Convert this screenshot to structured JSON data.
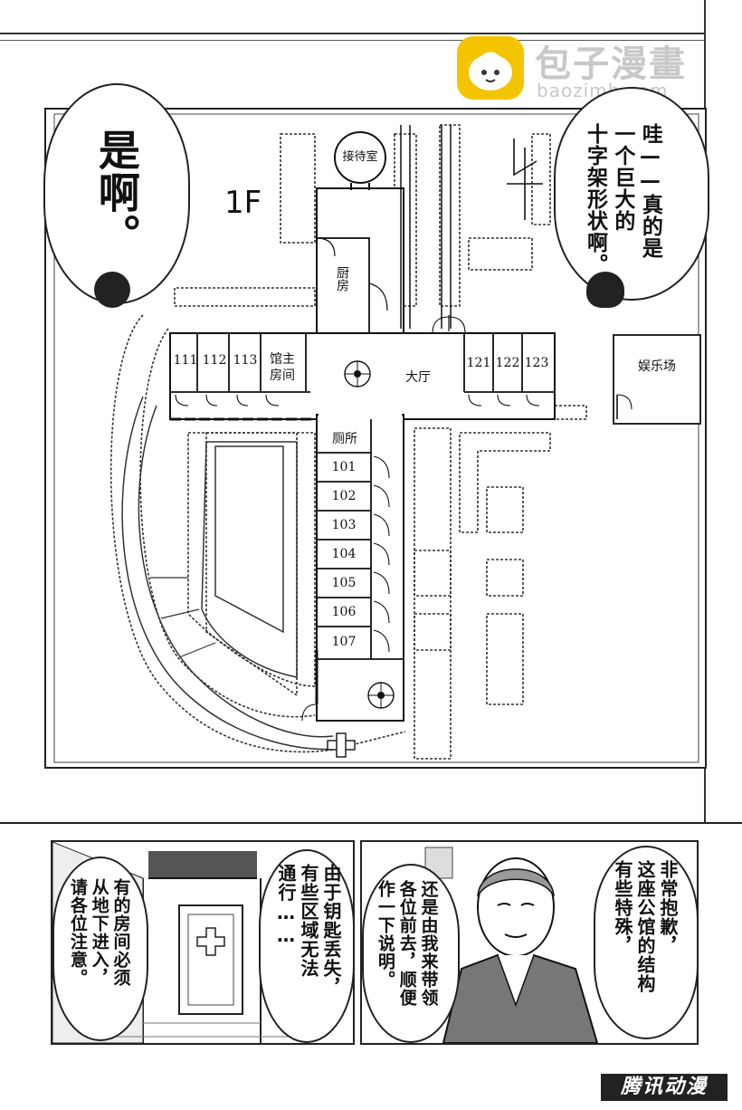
{
  "watermark": {
    "title": "包子漫畫",
    "url": "baozimh.com"
  },
  "bubbles": {
    "left": "是啊。",
    "right": [
      "哇——真的是",
      "一个巨大的",
      "十字架形状啊。"
    ]
  },
  "map": {
    "floor_label": "1F",
    "rooms": {
      "reception": "接待室",
      "kitchen": "厨房",
      "hall": "大厅",
      "owner_room": "馆主房间",
      "toilet": "厕所",
      "game_room": "娱乐场",
      "r111": "111",
      "r112": "112",
      "r113": "113",
      "r121": "121",
      "r122": "122",
      "r123": "123",
      "r101": "101",
      "r102": "102",
      "r103": "103",
      "r104": "104",
      "r105": "105",
      "r106": "106",
      "r107": "107"
    }
  },
  "bottom_left": {
    "bubble1": [
      "由于钥匙丢失，",
      "有些区域无法",
      "通行……"
    ],
    "bubble2": [
      "有的房间必须",
      "从地下进入，",
      "请各位注意。"
    ]
  },
  "bottom_right": {
    "bubble1": [
      "非常抱歉，",
      "这座公馆的结构",
      "有些特殊，"
    ],
    "bubble2": [
      "还是由我来带领",
      "各位前去，顺便",
      "作一下说明。"
    ]
  },
  "publisher_logo": "腾讯动漫"
}
